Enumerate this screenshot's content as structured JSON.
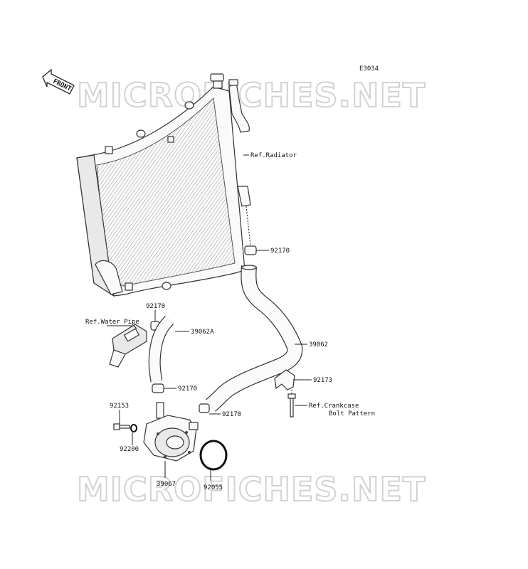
{
  "diagram_code": "E3034",
  "front_label": "FRONT",
  "watermark_top": "MICROFICHES.NET",
  "watermark_bottom": "MICROFICHES.NET",
  "labels": {
    "ref_radiator": "Ref.Radiator",
    "p92170_a": "92170",
    "p92170_b": "92170",
    "ref_water_pipe": "Ref.Water Pipe",
    "p39062A": "39062A",
    "p39062": "39062",
    "p92173": "92173",
    "p92170_c": "92170",
    "ref_crankcase_1": "Ref.Crankcase",
    "ref_crankcase_2": "Bolt Pattern",
    "p92170_d": "92170",
    "p92153": "92153",
    "p92200": "92200",
    "p39067": "39067",
    "p92055": "92055"
  }
}
